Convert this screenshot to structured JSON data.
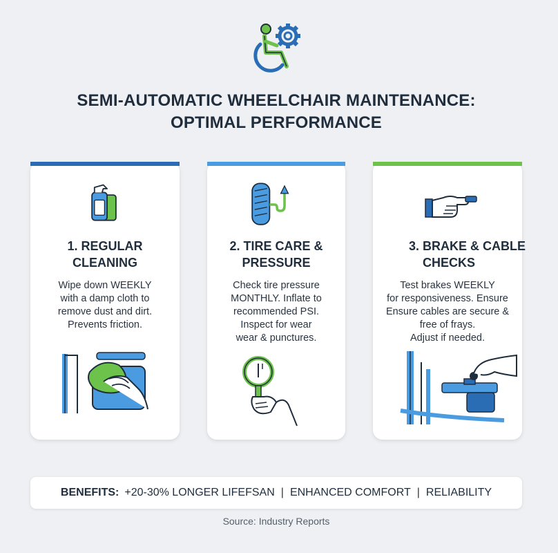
{
  "title": {
    "line1": "SEMI-AUTOMATIC WHEELCHAIR MAINTENANCE:",
    "line2": "OPTIMAL PERFORMANCE"
  },
  "colors": {
    "blue": "#2a6db5",
    "light_blue": "#4a9be0",
    "green": "#6cc24a",
    "dark": "#1f2d3d"
  },
  "cards": [
    {
      "accent": "#2a6db5",
      "icon": "spray-bottle-icon",
      "title_line1": "1. REGULAR",
      "title_line2": "CLEANING",
      "body": [
        "Wipe down WEEKLY",
        "with a damp cloth to",
        "remove dust and dirt.",
        "Prevents friction."
      ],
      "illustration": "hand-wiping-cloth-icon"
    },
    {
      "accent": "#4a9be0",
      "icon": "tire-pump-icon",
      "title_line1": "2. TIRE CARE &",
      "title_line2": "PRESSURE",
      "body": [
        "Check tire pressure",
        "MONTHLY. Inflate to",
        "recommended PSI.",
        "Inspect for wear",
        "wear & punctures."
      ],
      "illustration": "pressure-gauge-icon"
    },
    {
      "accent": "#6cc24a",
      "icon": "hand-brake-icon",
      "title_line1": "3. BRAKE & CABLE",
      "title_line2": "CHECKS",
      "body": [
        "Test brakes WEEKLY",
        "for responsiveness. Ensure",
        "Ensure cables are secure &",
        "free of frays.",
        "Adjust if needed."
      ],
      "illustration": "hand-adjusting-brake-icon"
    }
  ],
  "benefits": {
    "label": "BENEFITS:",
    "items": [
      "+20-30% LONGER LIFEFSAN",
      "ENHANCED COMFORT",
      "RELIABILITY"
    ]
  },
  "source": "Source: Industry Reports"
}
